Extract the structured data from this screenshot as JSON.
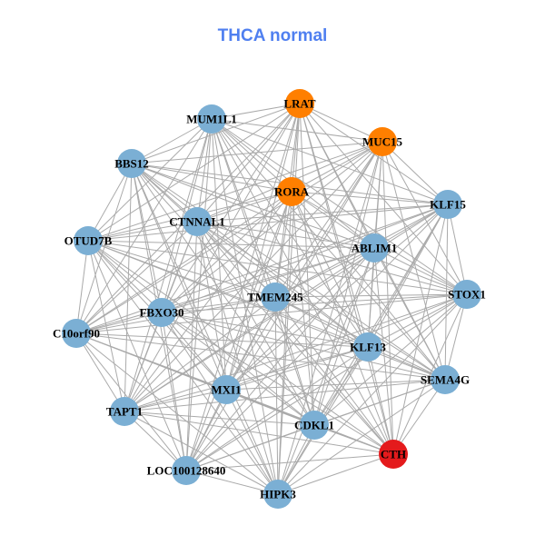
{
  "title": "THCA normal",
  "colors": {
    "title": "#4f7ff0",
    "edge": "#aaaaaa",
    "blue": "#7bafd4",
    "orange": "#ff7f00",
    "red": "#e41a1c"
  },
  "nodes": [
    {
      "id": "LRAT",
      "group": "orange"
    },
    {
      "id": "MUM1L1",
      "group": "blue"
    },
    {
      "id": "MUC15",
      "group": "orange"
    },
    {
      "id": "BBS12",
      "group": "blue"
    },
    {
      "id": "RORA",
      "group": "orange"
    },
    {
      "id": "KLF15",
      "group": "blue"
    },
    {
      "id": "CTNNAL1",
      "group": "blue"
    },
    {
      "id": "OTUD7B",
      "group": "blue"
    },
    {
      "id": "ABLIM1",
      "group": "blue"
    },
    {
      "id": "STOX1",
      "group": "blue"
    },
    {
      "id": "TMEM245",
      "group": "blue"
    },
    {
      "id": "FBXO30",
      "group": "blue"
    },
    {
      "id": "C10orf90",
      "group": "blue"
    },
    {
      "id": "KLF13",
      "group": "blue"
    },
    {
      "id": "SEMA4G",
      "group": "blue"
    },
    {
      "id": "MXI1",
      "group": "blue"
    },
    {
      "id": "TAPT1",
      "group": "blue"
    },
    {
      "id": "CDKL1",
      "group": "blue"
    },
    {
      "id": "CTH",
      "group": "red"
    },
    {
      "id": "LOC100128640",
      "group": "blue"
    },
    {
      "id": "HIPK3",
      "group": "blue"
    }
  ],
  "edges": "all-pairs"
}
